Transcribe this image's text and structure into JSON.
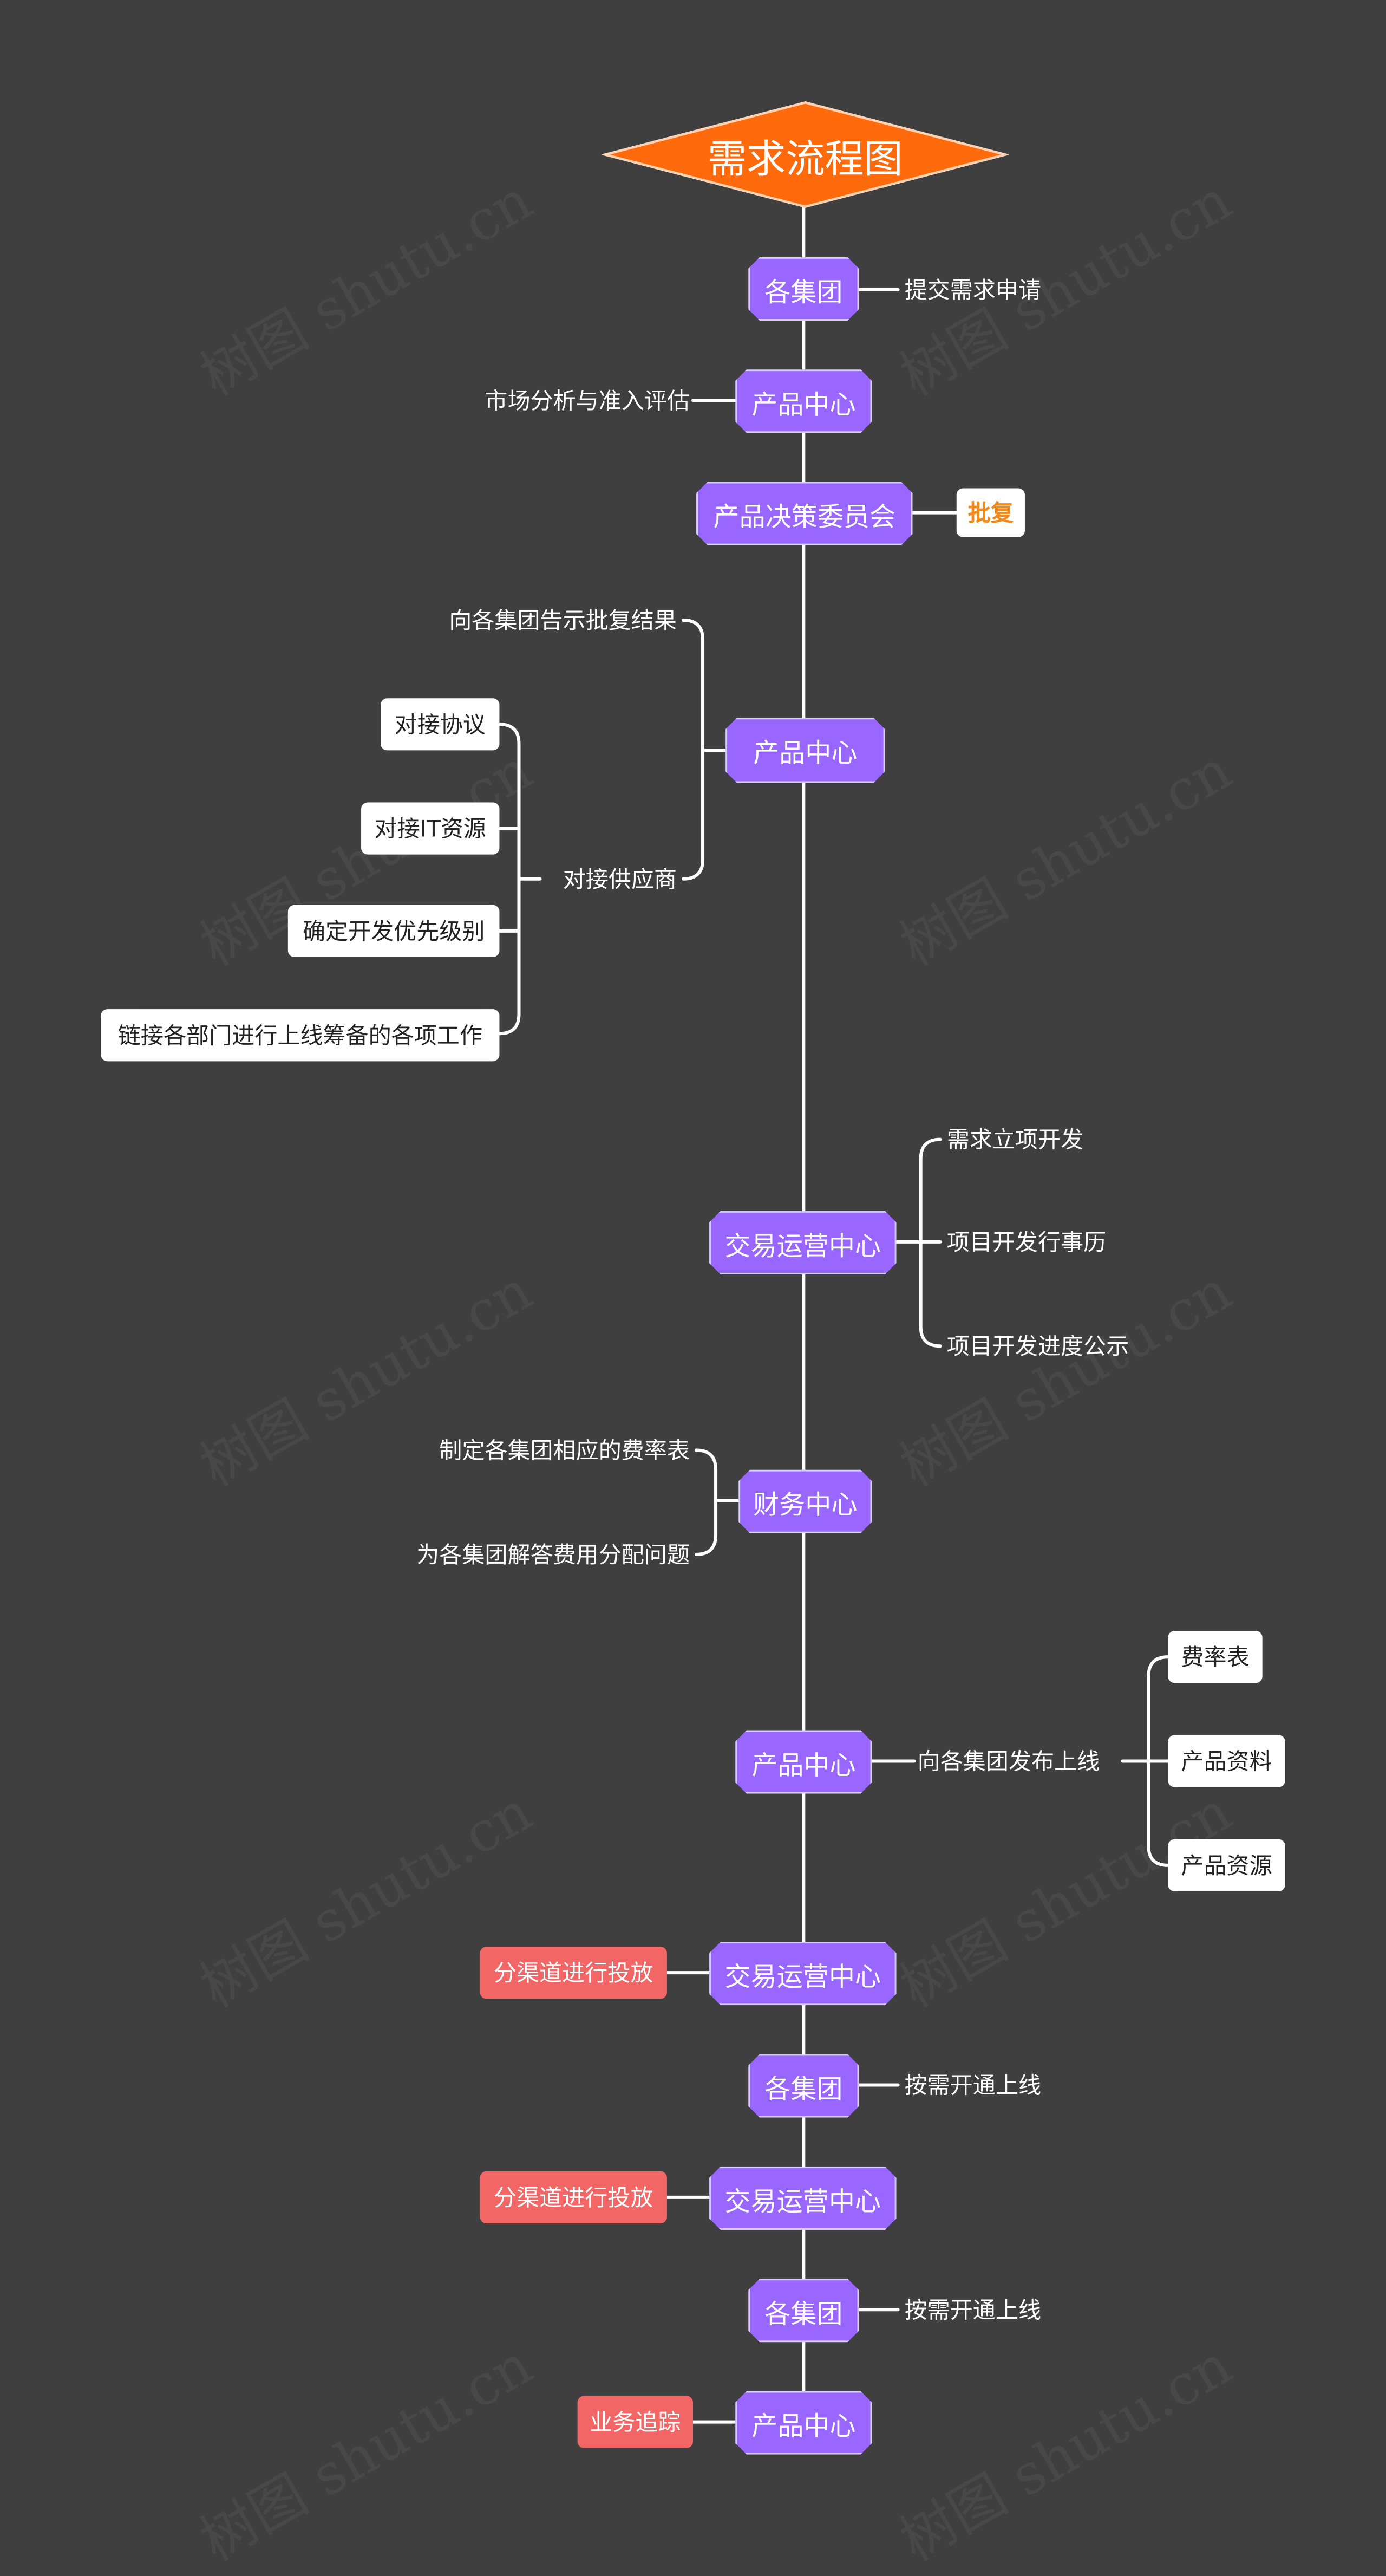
{
  "title": "需求流程图",
  "colors": {
    "background": "#3f3f3f",
    "main_node": "#9966ff",
    "title_diamond": "#ff6a0c",
    "red_tag": "#f26666",
    "line": "#ffffff"
  },
  "watermark": "树图 shutu.cn",
  "nodes": {
    "n1": {
      "label": "各集团",
      "branch": "提交需求申请"
    },
    "n2": {
      "label": "产品中心",
      "branch": "市场分析与准入评估"
    },
    "n3": {
      "label": "产品决策委员会",
      "branch": "批复"
    },
    "n4": {
      "label": "产品中心",
      "branch_a": "向各集团告示批复结果",
      "branch_b": "对接供应商",
      "sub_items": [
        "对接协议",
        "对接IT资源",
        "确定开发优先级别",
        "链接各部门进行上线筹备的各项工作"
      ]
    },
    "n5": {
      "label": "交易运营中心",
      "items": [
        "需求立项开发",
        "项目开发行事历",
        "项目开发进度公示"
      ]
    },
    "n6": {
      "label": "财务中心",
      "items": [
        "制定各集团相应的费率表",
        "为各集团解答费用分配问题"
      ]
    },
    "n7": {
      "label": "产品中心",
      "branch": "向各集团发布上线",
      "sub_items": [
        "费率表",
        "产品资料",
        "产品资源"
      ]
    },
    "n8": {
      "label": "交易运营中心",
      "branch": "分渠道进行投放"
    },
    "n9": {
      "label": "各集团",
      "branch": "按需开通上线"
    },
    "n10": {
      "label": "交易运营中心",
      "branch": "分渠道进行投放"
    },
    "n11": {
      "label": "各集团",
      "branch": "按需开通上线"
    },
    "n12": {
      "label": "产品中心",
      "branch": "业务追踪"
    }
  }
}
